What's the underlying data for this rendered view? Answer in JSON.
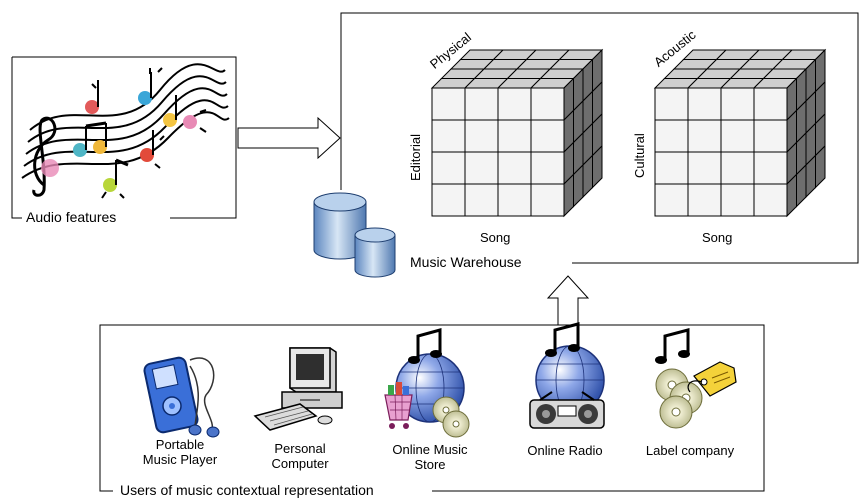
{
  "audio_box": {
    "label": "Audio features"
  },
  "warehouse": {
    "label": "Music Warehouse"
  },
  "cubes": [
    {
      "top_label": "Physical",
      "side_label": "Editorial",
      "bottom_label": "Song"
    },
    {
      "top_label": "Acoustic",
      "side_label": "Cultural",
      "bottom_label": "Song"
    }
  ],
  "users_box": {
    "label": "Users of music contextual representation",
    "items": [
      {
        "label": "Portable\nMusic Player",
        "icon": "portable-music-player-icon"
      },
      {
        "label": "Personal\nComputer",
        "icon": "personal-computer-icon"
      },
      {
        "label": "Online Music\nStore",
        "icon": "online-music-store-icon"
      },
      {
        "label": "Online Radio",
        "icon": "online-radio-icon"
      },
      {
        "label": "Label company",
        "icon": "label-company-icon"
      }
    ]
  },
  "colors": {
    "cube_front": "#f4f4f4",
    "cube_top": "#cfcfcf",
    "cube_side": "#6e6e6e",
    "database": "#8fb3d9",
    "globe": "#6f8fd6",
    "arrow_fill": "#ffffff"
  }
}
